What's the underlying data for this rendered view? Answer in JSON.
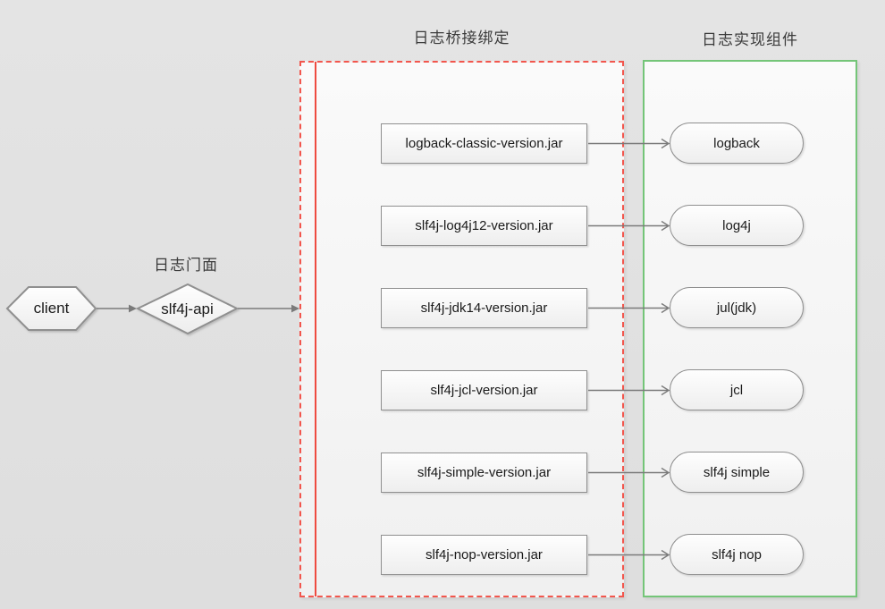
{
  "facade": {
    "heading": "日志门面",
    "client_label": "client",
    "api_label": "slf4j-api"
  },
  "bridge": {
    "heading": "日志桥接绑定",
    "jars": [
      "logback-classic-version.jar",
      "slf4j-log4j12-version.jar",
      "slf4j-jdk14-version.jar",
      "slf4j-jcl-version.jar",
      "slf4j-simple-version.jar",
      "slf4j-nop-version.jar"
    ]
  },
  "impl": {
    "heading": "日志实现组件",
    "components": [
      "logback",
      "log4j",
      "jul(jdk)",
      "jcl",
      "slf4j simple",
      "slf4j nop"
    ]
  },
  "colors": {
    "background": "#e0e0e0",
    "bridge_border": "#f2564d",
    "bridge_inner_line": "#ee4b40",
    "impl_border": "#74c578",
    "shape_border": "#8f8f8f",
    "arrow": "#7a7a7a",
    "heading_text": "#3b3b3b",
    "label_text": "#1a1a1a"
  }
}
